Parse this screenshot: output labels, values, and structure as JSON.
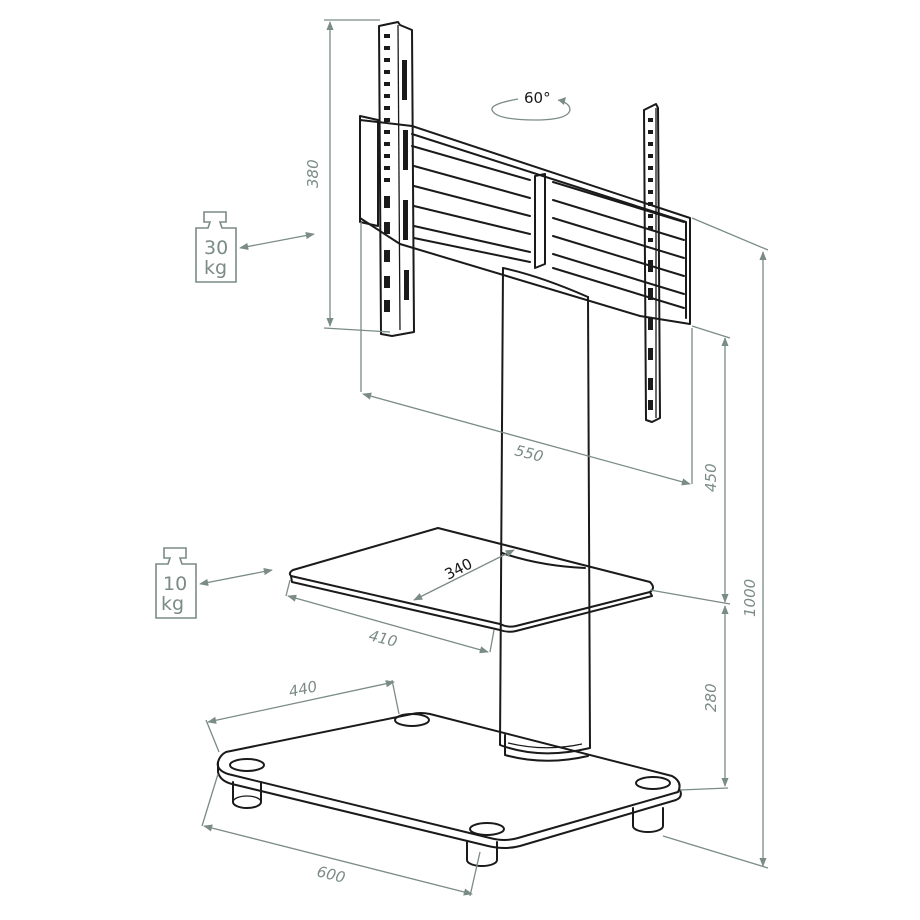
{
  "rotation": {
    "label": "60°"
  },
  "dimensions": {
    "mount_height": "380",
    "mount_width": "550",
    "shelf_top_gap": "450",
    "total_height": "1000",
    "shelf_depth": "340",
    "shelf_width": "410",
    "base_depth": "440",
    "base_width": "600",
    "base_shelf_gap": "280"
  },
  "weights": {
    "mount": {
      "value": "30",
      "unit": "kg"
    },
    "shelf": {
      "value": "10",
      "unit": "kg"
    }
  },
  "colors": {
    "outline": "#1a1a1a",
    "dimension": "#7b8b86"
  }
}
